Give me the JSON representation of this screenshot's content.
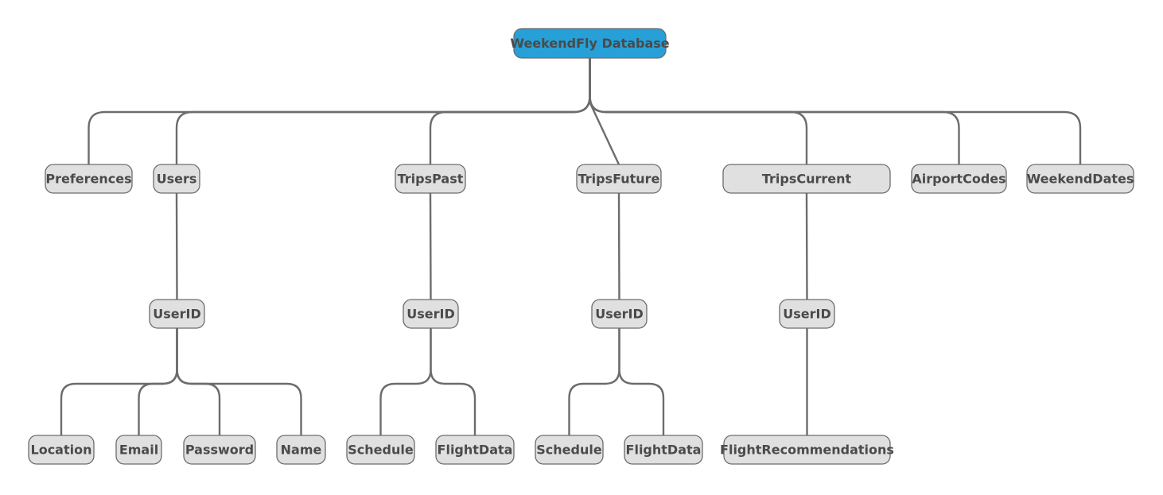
{
  "root": {
    "label": "WeekendFly Database"
  },
  "level1": [
    {
      "label": "Preferences"
    },
    {
      "label": "Users"
    },
    {
      "label": "TripsPast"
    },
    {
      "label": "TripsFuture"
    },
    {
      "label": "TripsCurrent"
    },
    {
      "label": "AirportCodes"
    },
    {
      "label": "WeekendDates"
    }
  ],
  "level2": [
    {
      "label": "UserID",
      "parent": "Users"
    },
    {
      "label": "UserID",
      "parent": "TripsPast"
    },
    {
      "label": "UserID",
      "parent": "TripsFuture"
    },
    {
      "label": "UserID",
      "parent": "TripsCurrent"
    }
  ],
  "level3": [
    {
      "label": "Location",
      "parent_index": 0
    },
    {
      "label": "Email",
      "parent_index": 0
    },
    {
      "label": "Password",
      "parent_index": 0
    },
    {
      "label": "Name",
      "parent_index": 0
    },
    {
      "label": "Schedule",
      "parent_index": 1
    },
    {
      "label": "FlightData",
      "parent_index": 1
    },
    {
      "label": "Schedule",
      "parent_index": 2
    },
    {
      "label": "FlightData",
      "parent_index": 2
    },
    {
      "label": "FlightRecommendations",
      "parent_index": 3
    }
  ],
  "colors": {
    "root_fill": "#27a0d8",
    "node_fill": "#e0e0e0",
    "stroke": "#6c6c6c",
    "text": "#4a4a4a"
  }
}
